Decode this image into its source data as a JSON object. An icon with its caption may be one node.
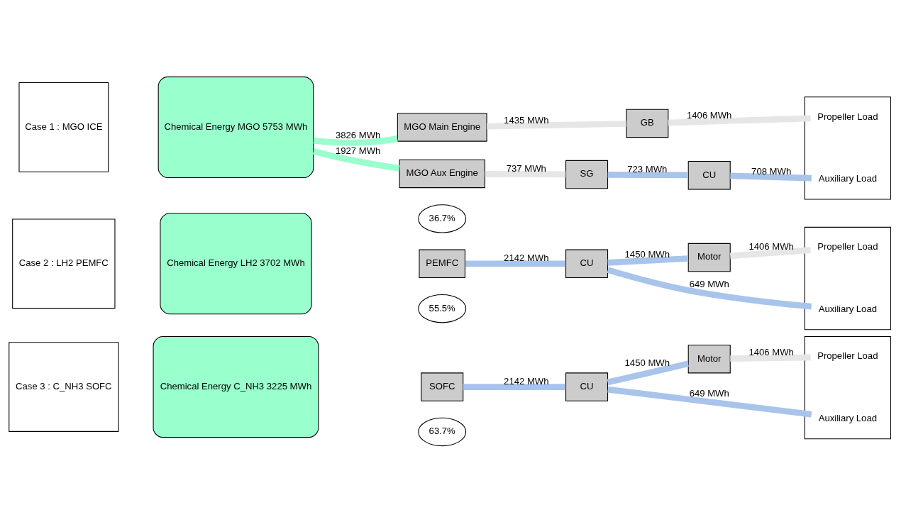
{
  "diagram": {
    "nodes": [
      {
        "text": [
          "Case 1 : MGO ICE"
        ]
      },
      {
        "text": [
          "Chemical Energy MGO 5753 MWh"
        ]
      },
      {
        "text": [
          "MGO Main Engine"
        ]
      },
      {
        "text": [
          "MGO Aux Engine"
        ]
      },
      {
        "text": [
          "GB"
        ]
      },
      {
        "text": [
          "SG"
        ]
      },
      {
        "text": [
          "CU"
        ]
      },
      {
        "text": [],
        "shape": "box"
      },
      {
        "text": [
          "Propeller Load"
        ],
        "in": 7
      },
      {
        "text": [
          "Auxiliary Load"
        ],
        "in": 7
      },
      {
        "text": [
          "36.7%"
        ]
      },
      {
        "text": [
          "Case 2 : LH2 PEMFC"
        ]
      },
      {
        "text": [
          "Chemical Energy LH2 3702 MWh"
        ]
      },
      {
        "text": [
          "PEMFC"
        ]
      },
      {
        "text": [
          "CU"
        ]
      },
      {
        "text": [
          "Motor"
        ]
      },
      {
        "text": [],
        "shape": "box"
      },
      {
        "text": [
          "Propeller Load"
        ],
        "in": 16
      },
      {
        "text": [
          "Auxiliary Load"
        ],
        "in": 16
      },
      {
        "text": [
          "55.5%"
        ]
      },
      {
        "text": [
          "Case 3 : C_NH3 SOFC"
        ]
      },
      {
        "text": [
          "Chemical Energy C_NH3 3225 MWh"
        ]
      },
      {
        "text": [
          "SOFC"
        ]
      },
      {
        "text": [
          "CU"
        ]
      },
      {
        "text": [
          "Motor"
        ]
      },
      {
        "text": [],
        "shape": "box"
      },
      {
        "text": [
          "Propeller Load"
        ],
        "in": 25
      },
      {
        "text": [
          "Auxiliary Load"
        ],
        "in": 25
      },
      {
        "text": [
          "63.7%"
        ]
      }
    ],
    "edges": [
      {
        "from": 1,
        "to": 2,
        "arrow": "none",
        "label": "3826 MWh",
        "color": "#99ffcc"
      },
      {
        "from": 1,
        "to": 3,
        "arrow": "none",
        "label": "1927 MWh",
        "color": "#99ffcc"
      },
      {
        "from": 2,
        "to": 4,
        "arrow": "none",
        "label": "1435 MWh",
        "color": "#e6e6e6"
      },
      {
        "from": 4,
        "to": 8,
        "arrow": "none",
        "label": "1406 MWh",
        "color": "#e6e6e6"
      },
      {
        "from": 3,
        "to": 5,
        "arrow": "none",
        "label": "737 MWh",
        "color": "#e6e6e6"
      },
      {
        "from": 5,
        "to": 6,
        "arrow": "none",
        "label": "723 MWh"
      },
      {
        "from": 6,
        "to": 9,
        "arrow": "none",
        "label": "708 MWh"
      },
      {
        "from": 13,
        "to": 14,
        "arrow": "none",
        "label": "2142 MWh"
      },
      {
        "from": 14,
        "to": 15,
        "arrow": "none",
        "label": "1450 MWh"
      },
      {
        "from": 15,
        "to": 17,
        "arrow": "none",
        "label": "1406 MWh",
        "color": "#e6e6e6"
      },
      {
        "from": 14,
        "to": 18,
        "arrow": "none",
        "label": "649 MWh"
      },
      {
        "from": 22,
        "to": 23,
        "arrow": "none",
        "label": "2142 MWh"
      },
      {
        "from": 23,
        "to": 24,
        "arrow": "none",
        "label": "1450 MWh"
      },
      {
        "from": 24,
        "to": 26,
        "arrow": "none",
        "label": "1406 MWh",
        "color": "#e6e6e6"
      },
      {
        "from": 23,
        "to": 27,
        "arrow": "none",
        "label": "649 MWh"
      }
    ]
  }
}
